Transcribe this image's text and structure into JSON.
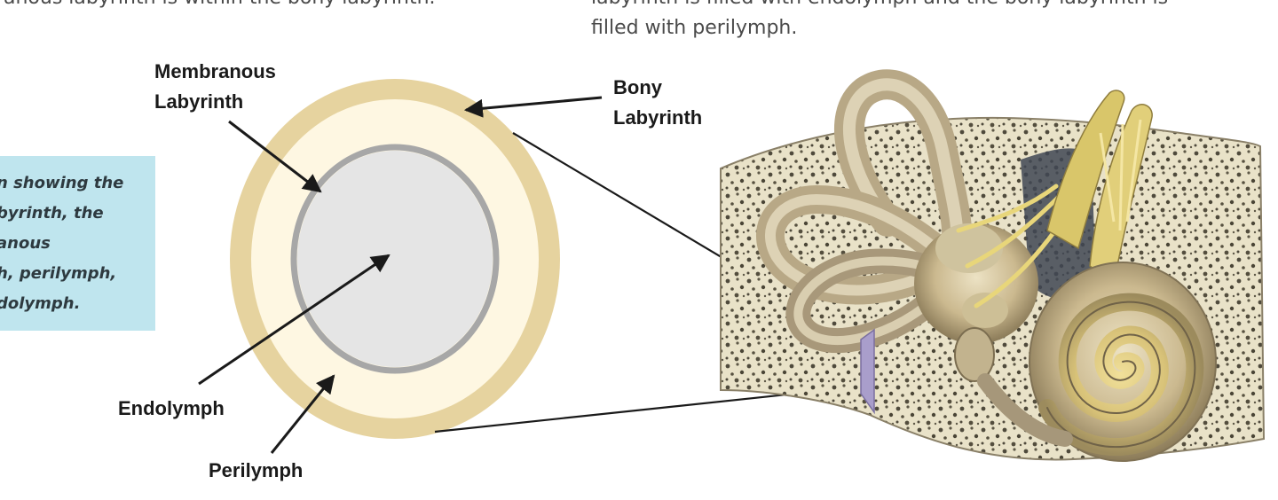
{
  "header": {
    "left_fragment": "anous labyrinth is within the bony labyrinth.",
    "right_fragment_1": "labyrinth is filled with endolymph and the bony labyrinth is",
    "right_fragment_2": "filled with perilymph."
  },
  "caption": {
    "lines": [
      "n showing the",
      "byrinth, the",
      "anous",
      "h, perilymph,",
      "dolymph."
    ]
  },
  "labels": {
    "membranous_1": "Membranous",
    "membranous_2": "Labyrinth",
    "bony_1": "Bony",
    "bony_2": "Labyrinth",
    "endolymph": "Endolymph",
    "perilymph": "Perilymph"
  },
  "colors": {
    "bony_ring": "#e6d39f",
    "perilymph_fill": "#fef7e2",
    "membrane": "#a7a7a7",
    "endolymph_fill": "#e5e5e5",
    "caption_bg": "#bfe5ee",
    "cut_marker": "#a99ecb"
  }
}
